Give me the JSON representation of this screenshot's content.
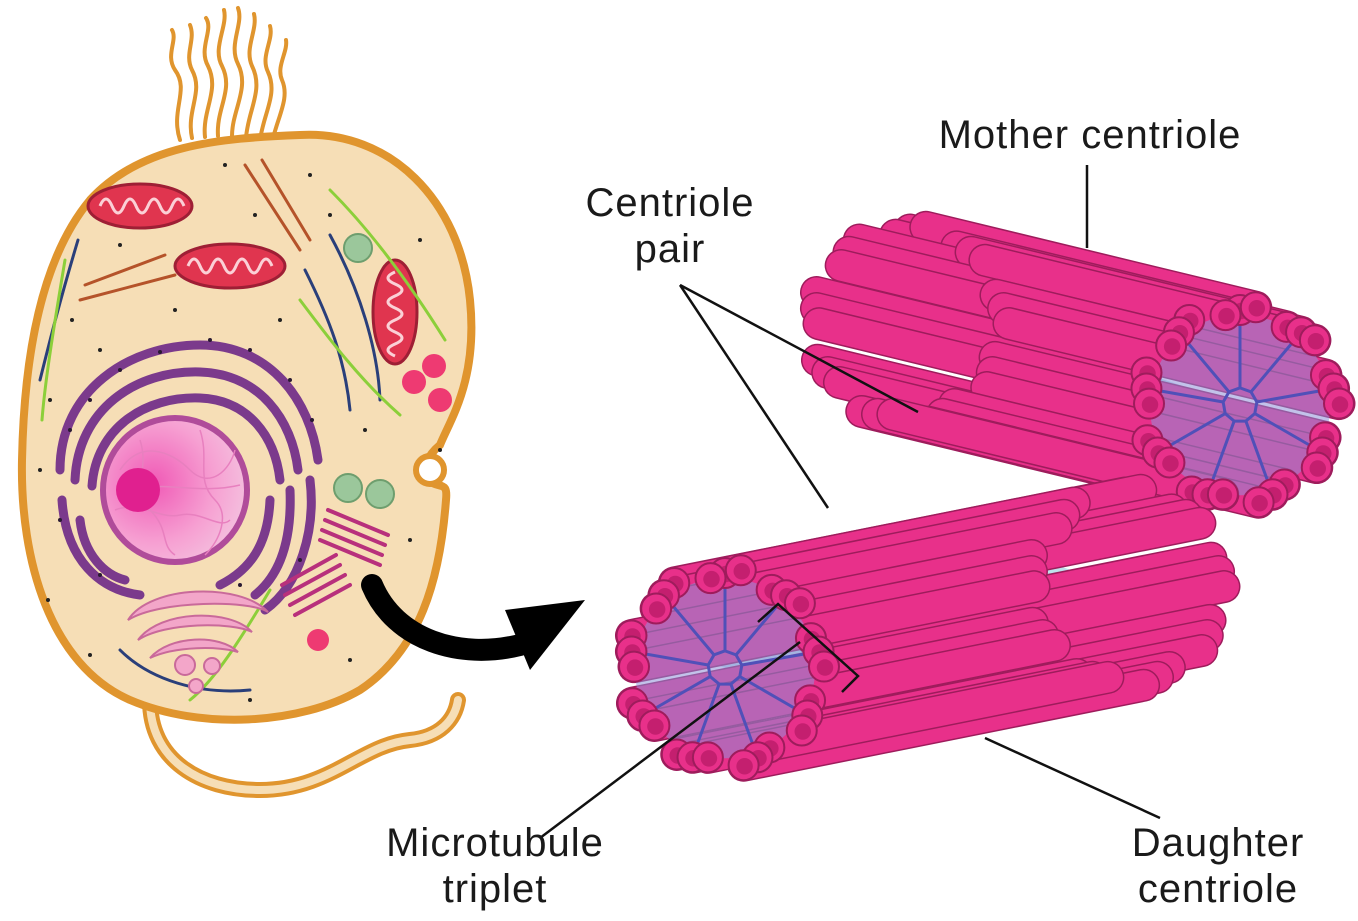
{
  "labels": {
    "mother_centriole": "Mother centriole",
    "centriole_pair_line1": "Centriole",
    "centriole_pair_line2": "pair",
    "microtubule_triplet_line1": "Microtubule",
    "microtubule_triplet_line2": "triplet",
    "daughter_centriole_line1": "Daughter",
    "daughter_centriole_line2": "centriole"
  },
  "colors": {
    "cell_membrane": "#e8a23a",
    "cytoplasm": "#f6deb6",
    "mitochondria": "#e0354f",
    "nucleus": "#f08fc6",
    "nucleolus": "#e0208f",
    "er": "#7b3a8c",
    "golgi": "#f3a6c9",
    "microtubule": "#e8308a",
    "hub_spokes": "#5050b8",
    "lumen": "#a9d7e6",
    "arrow": "#000000"
  }
}
